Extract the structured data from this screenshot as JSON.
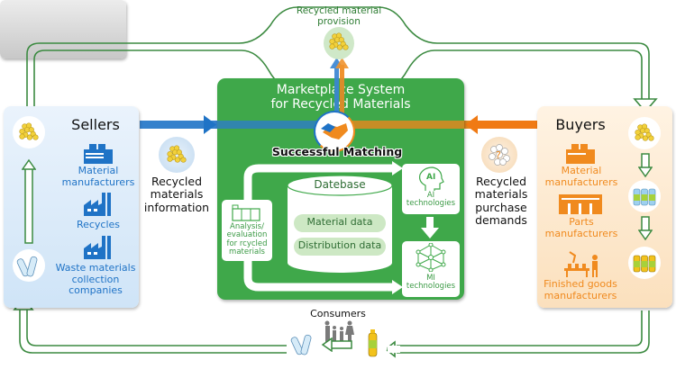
{
  "top_loop": {
    "label_line1": "Recycled material",
    "label_line2": "provision",
    "icon": "recycled-pellets-icon"
  },
  "sellers": {
    "title": "Sellers",
    "items": [
      {
        "label_line1": "Material",
        "label_line2": "manufacturers",
        "icon": "factory-icon"
      },
      {
        "label_line1": "Recycles",
        "label_line2": "",
        "icon": "factory-chimney-icon"
      },
      {
        "label_line1": "Waste materials",
        "label_line2": "collection",
        "label_line3": "companies",
        "icon": "factory-chimney-icon"
      }
    ],
    "side_icons": [
      "recycled-pellets-icon",
      "plastic-bottles-waste-icon"
    ],
    "color": "#1f73c6"
  },
  "info_left": {
    "line1": "Recycled",
    "line2": "materials",
    "line3": "information",
    "icon": "recycled-pellets-icon"
  },
  "info_right": {
    "line1": "Recycled",
    "line2": "materials",
    "line3": "purchase",
    "line4": "demands",
    "icon": "pellets-question-icon"
  },
  "marketplace": {
    "title_line1": "Marketplace System",
    "title_line2": "for Recycled Materials",
    "matching_label": "Successful Matching",
    "matching_icon": "handshake-icon",
    "database": {
      "title": "Datebase",
      "rows": [
        "Material data",
        "Distribution data"
      ]
    },
    "analysis": {
      "line1": "Analysis/",
      "line2": "evaluation",
      "line3": "for rcycled",
      "line4": "materials",
      "icon": "analyzer-machine-icon"
    },
    "ai": {
      "badge": "AI",
      "line1": "AI",
      "line2": "technologies",
      "icon": "ai-head-icon"
    },
    "mi": {
      "line1": "MI",
      "line2": "technologies",
      "icon": "network-icon"
    },
    "color": "#3fa84a"
  },
  "buyers": {
    "title": "Buyers",
    "items": [
      {
        "label_line1": "Material",
        "label_line2": "manufacturers",
        "icon": "factory-icon"
      },
      {
        "label_line1": "Parts",
        "label_line2": "manufacturers",
        "icon": "warehouse-icon"
      },
      {
        "label_line1": "Finished goods",
        "label_line2": "manufacturers",
        "icon": "assembly-line-worker-icon"
      }
    ],
    "side_icons": [
      "recycled-pellets-icon",
      "clear-bottles-icon",
      "yellow-bottles-icon"
    ],
    "color": "#f08a1e"
  },
  "consumers": {
    "title": "Consumers",
    "icons": [
      "family-icon",
      "plastic-bottles-waste-icon",
      "yellow-bottle-icon"
    ]
  },
  "colors": {
    "blue_arrow": "#1f73c6",
    "orange_arrow": "#f07a14",
    "loop_green": "#3b8a40"
  }
}
